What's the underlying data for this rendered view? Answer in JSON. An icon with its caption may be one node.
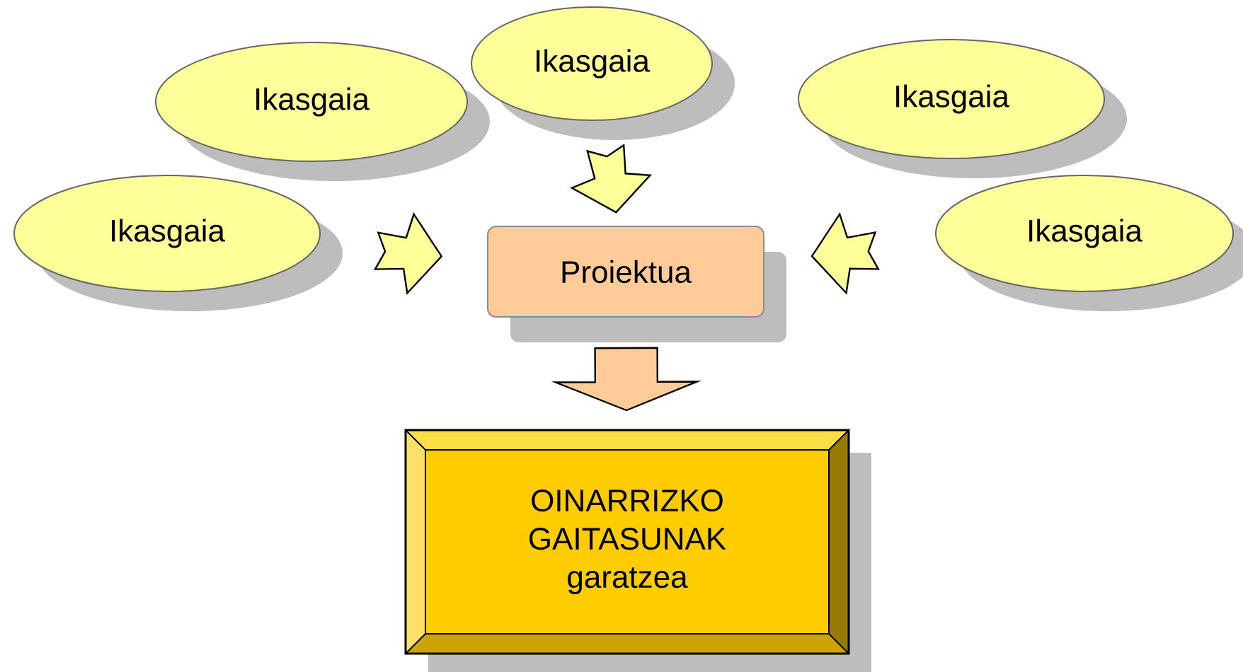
{
  "diagram": {
    "nodes": [
      {
        "text": [
          "Ikasgaia"
        ]
      },
      {
        "text": [
          "Ikasgaia"
        ]
      },
      {
        "text": [
          "Ikasgaia"
        ]
      },
      {
        "text": [
          "Ikasgaia"
        ]
      },
      {
        "text": [
          "Proiektua"
        ]
      },
      {
        "text": [
          "Ikasgaia"
        ]
      },
      {
        "text": [
          "OINARRIZKO GAITASUNAK garatzea"
        ]
      }
    ],
    "edges": [
      {
        "from": 1,
        "to": 4,
        "arrow": "to"
      },
      {
        "from": 3,
        "to": 4,
        "arrow": "to"
      },
      {
        "from": 5,
        "to": 4,
        "arrow": "to"
      },
      {
        "from": 4,
        "to": 6,
        "arrow": "to",
        "style": "thick",
        "color": "#ffcc99"
      }
    ]
  }
}
